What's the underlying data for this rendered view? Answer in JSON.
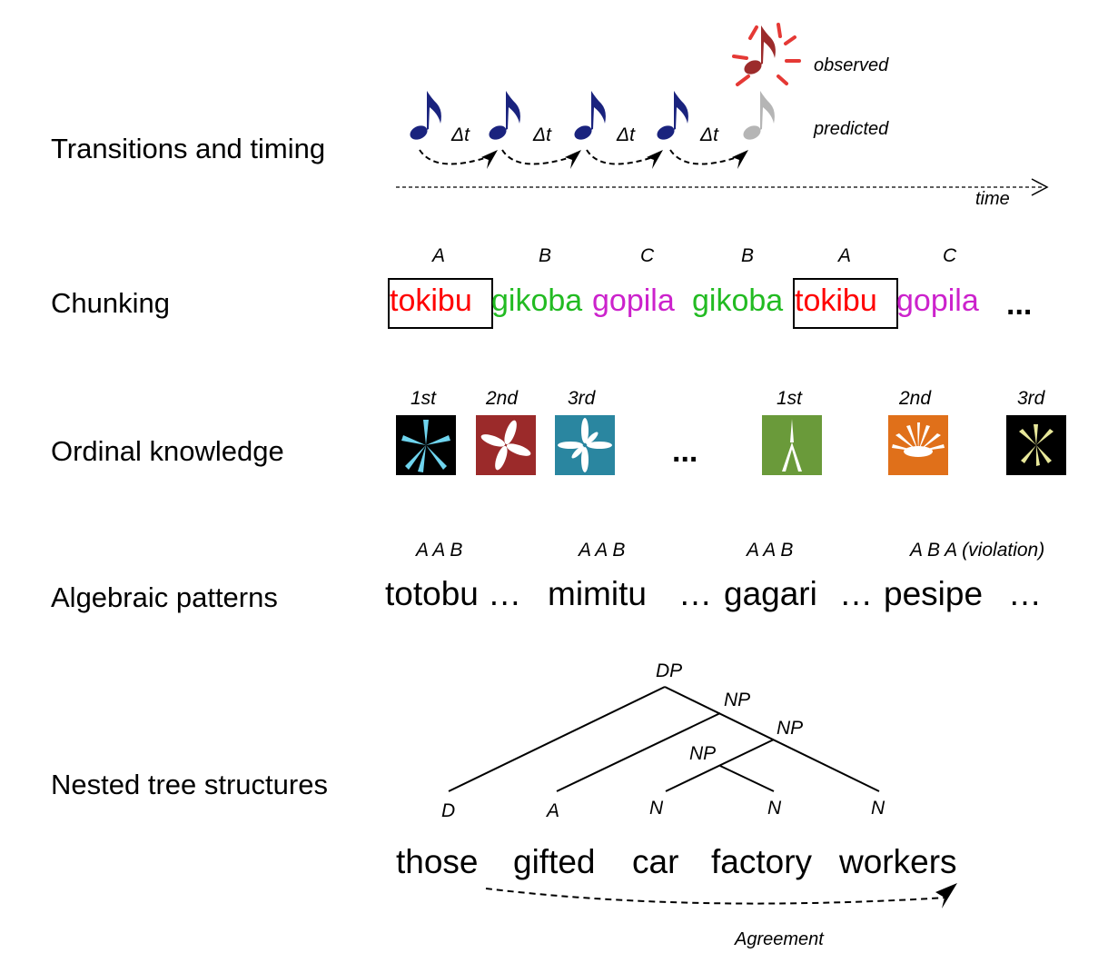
{
  "rows": {
    "transitions": "Transitions and timing",
    "chunking": "Chunking",
    "ordinal": "Ordinal knowledge",
    "algebraic": "Algebraic patterns",
    "nested": "Nested tree structures"
  },
  "timing": {
    "delta": "Δt",
    "observed": "observed",
    "predicted": "predicted",
    "time": "time",
    "colors": {
      "note": "#1a237e",
      "observed": "#9c2b2b",
      "predicted": "#b5b5b5",
      "burst": "#e53935"
    }
  },
  "chunking": {
    "letters": [
      "A",
      "B",
      "C",
      "B",
      "A",
      "C"
    ],
    "words": [
      "tokibu",
      "gikoba",
      "gopila",
      "gikoba",
      "tokibu",
      "gopila"
    ],
    "ellipsis": "...",
    "colors": {
      "A": "#ff0000",
      "B": "#22bb22",
      "C": "#cc22cc"
    }
  },
  "ordinal": {
    "labels": [
      "1st",
      "2nd",
      "3rd",
      "1st",
      "2nd",
      "3rd"
    ],
    "ellipsis": "...",
    "tile_colors": [
      "#000000",
      "#9b2a2a",
      "#2a86a0",
      "#6a9a3a",
      "#e0701a",
      "#000000"
    ]
  },
  "algebraic": {
    "patterns": [
      "A A B",
      "A A B",
      "A A B",
      "A B A (violation)"
    ],
    "text": [
      "totobu …",
      "mimitu",
      "…",
      "gagari",
      "…",
      "pesipe",
      "…"
    ]
  },
  "tree": {
    "nodes": {
      "dp": "DP",
      "np1": "NP",
      "np2": "NP",
      "np3": "NP",
      "d": "D",
      "a": "A",
      "n1": "N",
      "n2": "N",
      "n3": "N"
    },
    "words": [
      "those",
      "gifted",
      "car",
      "factory",
      "workers"
    ],
    "agreement": "Agreement"
  }
}
